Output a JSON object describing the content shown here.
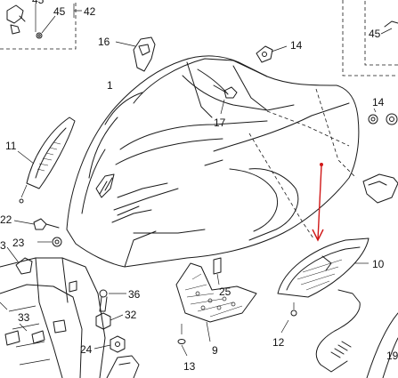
{
  "diagram": {
    "labels": {
      "p45a": "45",
      "p42": "42",
      "p45b": "45",
      "p16": "16",
      "p14a": "14",
      "p1": "1",
      "p17": "17",
      "p14b": "14",
      "p11": "11",
      "p22": "22",
      "p23": "23",
      "p3": "3",
      "p36": "36",
      "p25": "25",
      "p10": "10",
      "p32": "32",
      "p33": "33",
      "p24": "24",
      "p9": "9",
      "p12": "12",
      "p13": "13",
      "p19": "19"
    },
    "colors": {
      "line": "#1a1a1a",
      "arrow": "#d01818",
      "background": "#ffffff"
    }
  }
}
